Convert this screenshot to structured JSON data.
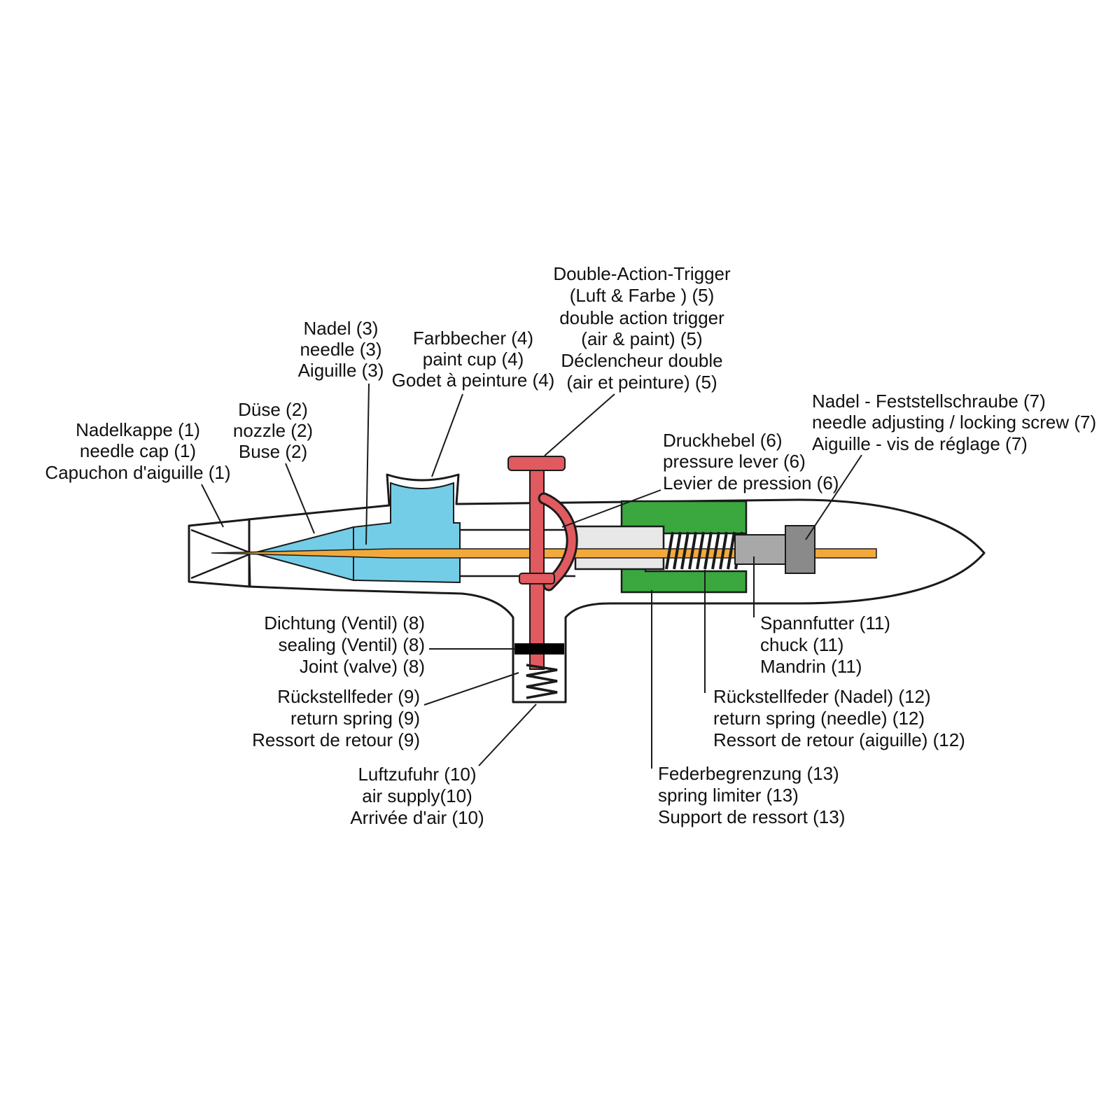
{
  "diagram": {
    "type": "labeled-cross-section",
    "subject": "airbrush",
    "colors": {
      "paint": "#74cde6",
      "needle": "#f2a93b",
      "trigger": "#e05a5f",
      "chuck_guide_green": "#3aa83f",
      "metal_light": "#e8e8e8",
      "metal_mid": "#a8a8a8",
      "metal_dark": "#8a8a8a",
      "outline": "#1a1a1a",
      "seal": "#000000",
      "background": "#ffffff"
    },
    "labels": {
      "l1": {
        "part": "needle cap",
        "lines": [
          "Nadelkappe (1)",
          "needle cap (1)",
          "Capuchon d'aiguille (1)"
        ]
      },
      "l2": {
        "part": "nozzle",
        "lines": [
          "Düse (2)",
          "nozzle (2)",
          "Buse (2)"
        ]
      },
      "l3": {
        "part": "needle",
        "lines": [
          "Nadel (3)",
          "needle (3)",
          "Aiguille (3)"
        ]
      },
      "l4": {
        "part": "paint cup",
        "lines": [
          "Farbbecher (4)",
          "paint cup (4)",
          "Godet à peinture (4)"
        ]
      },
      "l5": {
        "part": "double action trigger",
        "lines": [
          "Double-Action-Trigger",
          "(Luft & Farbe ) (5)",
          "double action trigger",
          "(air & paint) (5)",
          "Déclencheur double",
          "(air et peinture)  (5)"
        ]
      },
      "l6": {
        "part": "pressure lever",
        "lines": [
          "Druckhebel (6)",
          "pressure lever (6)",
          "Levier de pression (6)"
        ]
      },
      "l7": {
        "part": "needle locking screw",
        "lines": [
          "Nadel - Feststellschraube (7)",
          "needle adjusting / locking screw (7)",
          "Aiguille - vis de réglage (7)"
        ]
      },
      "l8": {
        "part": "valve sealing",
        "lines": [
          "Dichtung (Ventil) (8)",
          "sealing (Ventil) (8)",
          "Joint (valve) (8)"
        ]
      },
      "l9": {
        "part": "return spring (valve)",
        "lines": [
          "Rückstellfeder (9)",
          "return spring (9)",
          "Ressort de retour (9)"
        ]
      },
      "l10": {
        "part": "air supply",
        "lines": [
          "Luftzufuhr (10)",
          "air supply(10)",
          "Arrivée d'air (10)"
        ]
      },
      "l11": {
        "part": "chuck",
        "lines": [
          "Spannfutter (11)",
          "chuck (11)",
          "Mandrin (11)"
        ]
      },
      "l12": {
        "part": "return spring (needle)",
        "lines": [
          "Rückstellfeder (Nadel) (12)",
          "return spring (needle) (12)",
          "Ressort de retour (aiguille) (12)"
        ]
      },
      "l13": {
        "part": "spring limiter",
        "lines": [
          "Federbegrenzung (13)",
          "spring limiter (13)",
          "Support de ressort (13)"
        ]
      }
    }
  }
}
